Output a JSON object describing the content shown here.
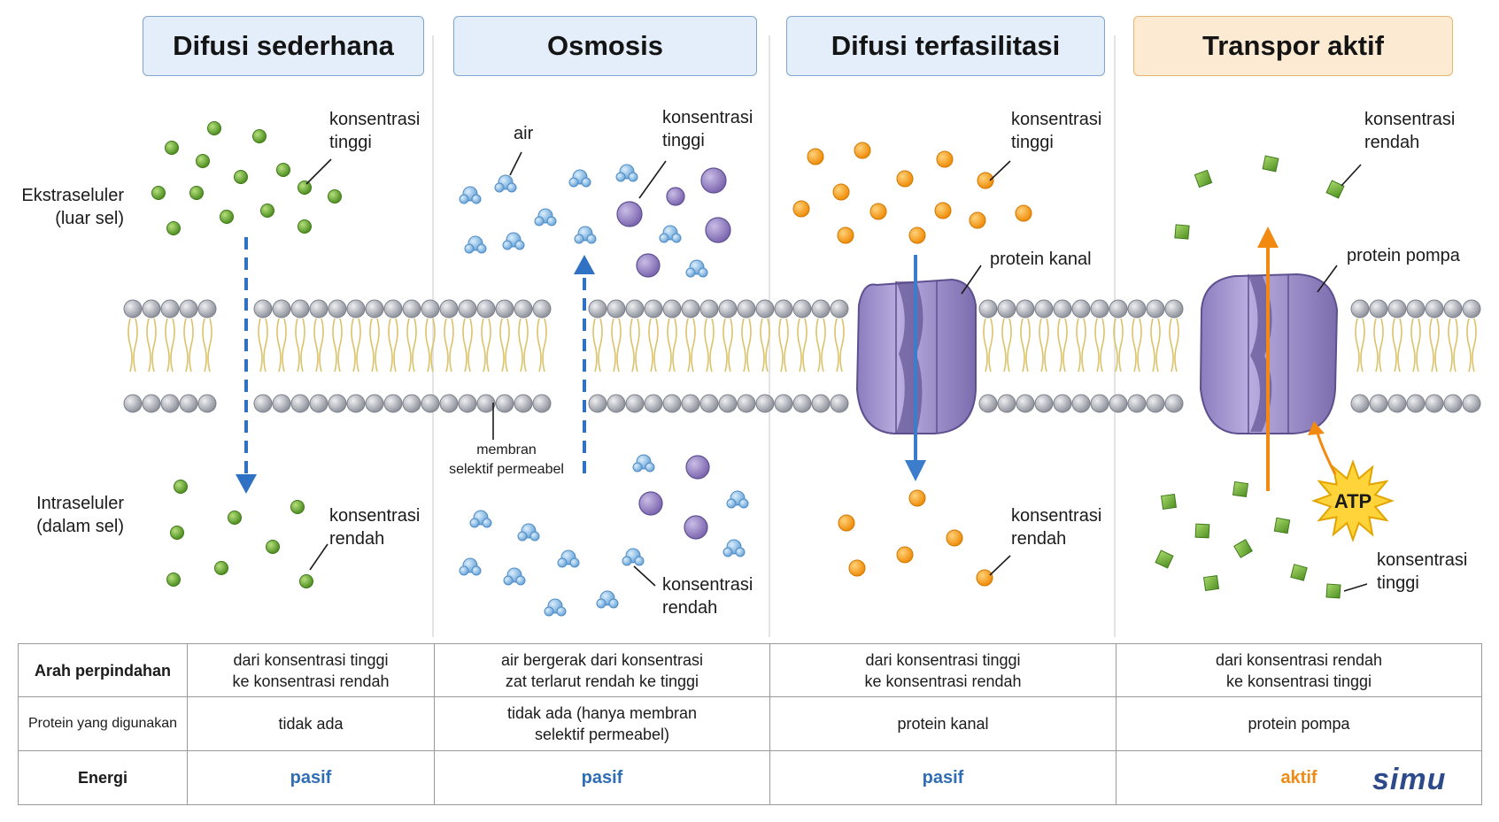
{
  "headers": [
    {
      "title": "Difusi sederhana",
      "kind": "passive"
    },
    {
      "title": "Osmosis",
      "kind": "passive"
    },
    {
      "title": "Difusi terfasilitasi",
      "kind": "passive"
    },
    {
      "title": "Transpor aktif",
      "kind": "active"
    }
  ],
  "side_labels": {
    "extra": "Ekstraseluler\n(luar sel)",
    "intra": "Intraseluler\n(dalam sel)"
  },
  "annotations": {
    "p1_high": "konsentrasi\ntinggi",
    "p1_low": "konsentrasi\nrendah",
    "p2_air": "air",
    "p2_high": "konsentrasi\ntinggi",
    "p2_membrane": "membran\nselektif permeabel",
    "p2_low": "konsentrasi\nrendah",
    "p3_high": "konsentrasi\ntinggi",
    "p3_channel": "protein kanal",
    "p3_low": "konsentrasi\nrendah",
    "p4_low": "konsentrasi\nrendah",
    "p4_pump": "protein pompa",
    "p4_atp": "ATP",
    "p4_high": "konsentrasi\ntinggi"
  },
  "table": {
    "rows": [
      {
        "head": "Arah perpindahan",
        "cells": [
          "dari konsentrasi tinggi\nke konsentrasi rendah",
          "air bergerak dari konsentrasi\nzat terlarut rendah ke tinggi",
          "dari konsentrasi tinggi\nke konsentrasi rendah",
          "dari konsentrasi rendah\nke konsentrasi tinggi"
        ]
      },
      {
        "head": "Protein yang digunakan",
        "cells": [
          "tidak ada",
          "tidak ada (hanya membran\nselektif permeabel)",
          "protein kanal",
          "protein pompa"
        ]
      },
      {
        "head": "Energi",
        "cells": [
          "pasif",
          "pasif",
          "pasif",
          "aktif"
        ]
      }
    ]
  },
  "logo": "simu",
  "colors": {
    "header_passive_bg": "#e3eefa",
    "header_active_bg": "#fcebd2",
    "passive_text": "#2f6eb5",
    "active_text": "#f08a14",
    "green_molecule": "#6aa832",
    "orange_molecule": "#f5a21c",
    "purple_solute": "#8f7bbf",
    "protein": "#a89ad0",
    "membrane_head": "#b9bcc4",
    "lipid_tail": "#e9d58a"
  }
}
